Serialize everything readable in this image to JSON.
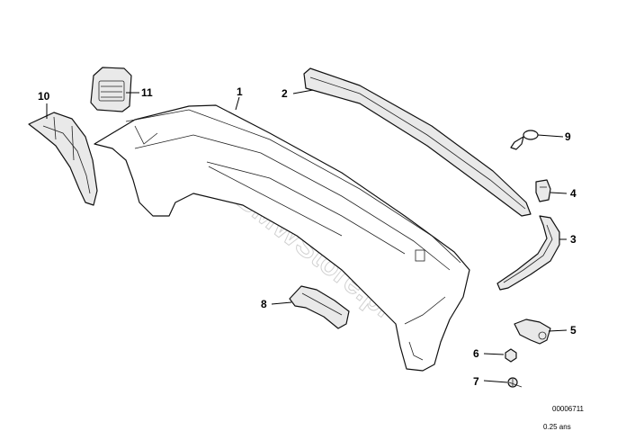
{
  "callouts": [
    {
      "id": "1",
      "label": "1"
    },
    {
      "id": "2",
      "label": "2"
    },
    {
      "id": "3",
      "label": "3"
    },
    {
      "id": "4",
      "label": "4"
    },
    {
      "id": "5",
      "label": "5"
    },
    {
      "id": "6",
      "label": "6"
    },
    {
      "id": "7",
      "label": "7"
    },
    {
      "id": "8",
      "label": "8"
    },
    {
      "id": "9",
      "label": "9"
    },
    {
      "id": "10",
      "label": "10"
    },
    {
      "id": "11",
      "label": "11"
    }
  ],
  "watermark": "www.BMWStore.pl",
  "footer": {
    "diagram_number": "00006711",
    "scale_text": "0.25   ans"
  }
}
